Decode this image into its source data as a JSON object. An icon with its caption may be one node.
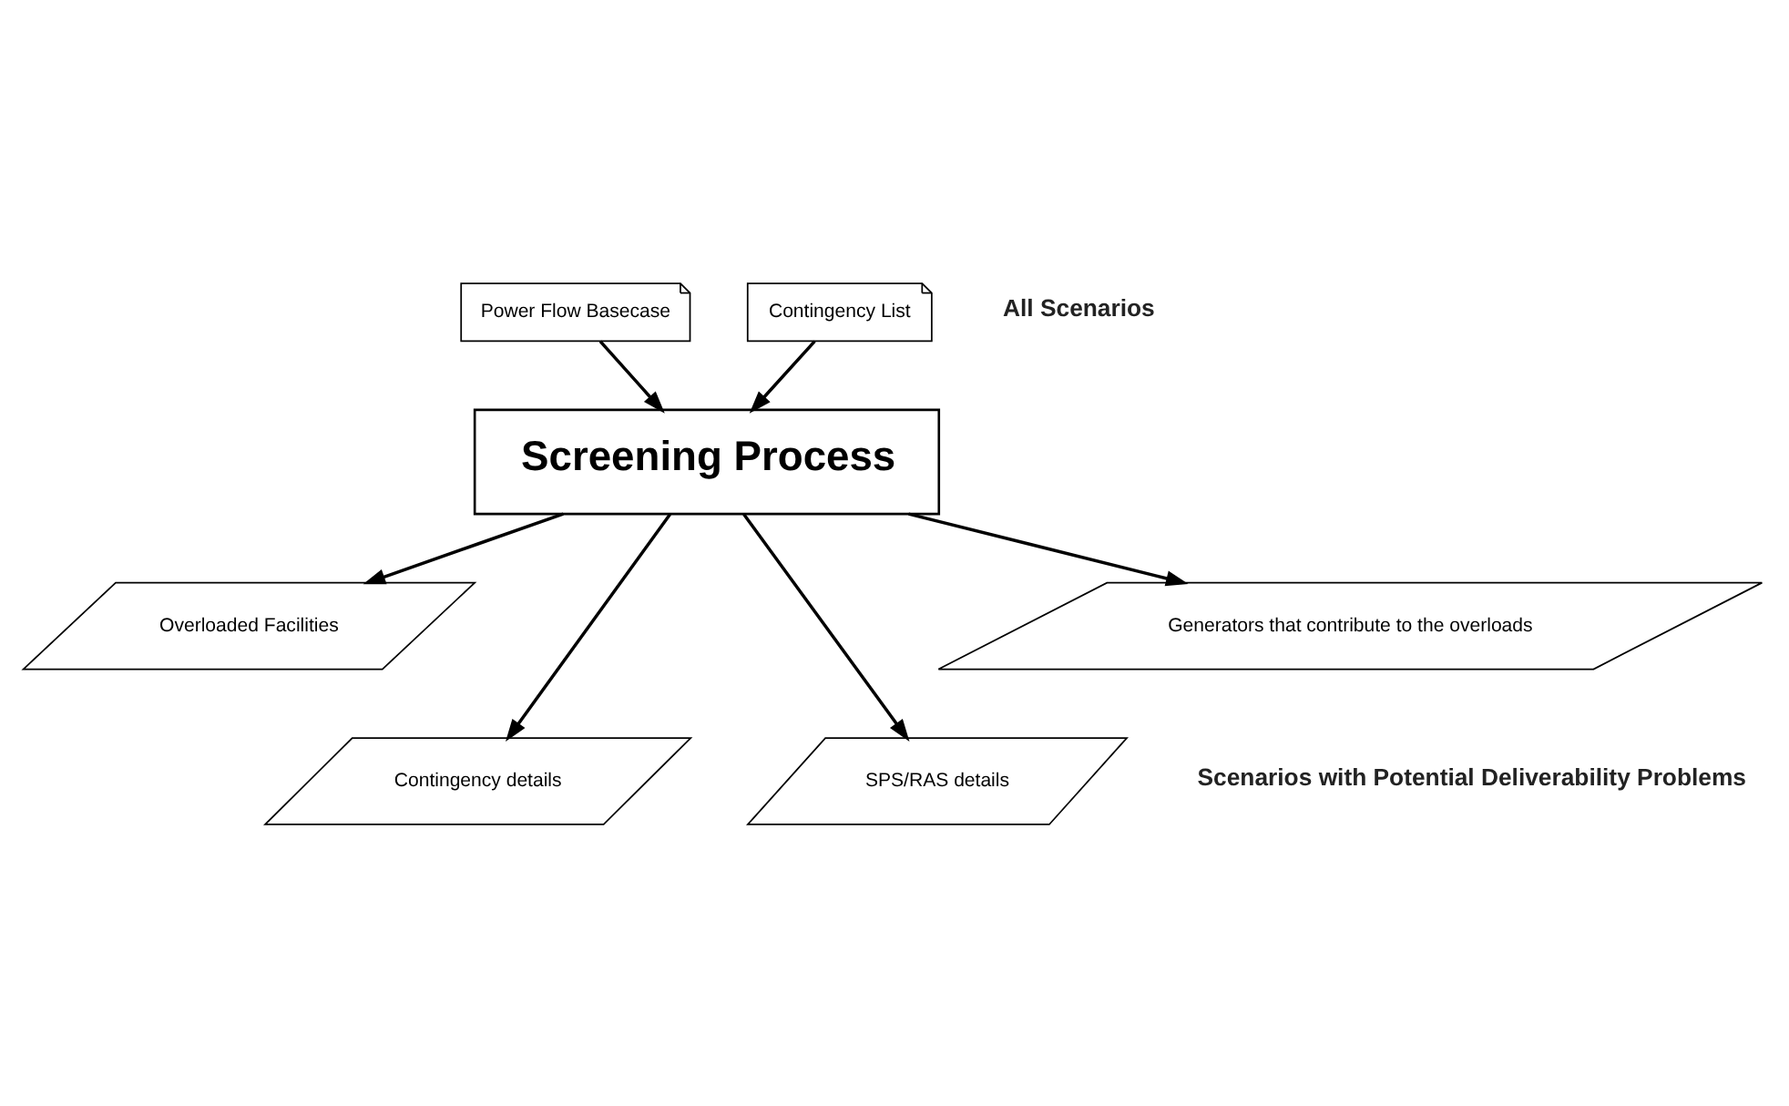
{
  "diagram": {
    "nodes": [
      {
        "text": [
          "Power Flow Basecase"
        ]
      },
      {
        "text": [
          "Contingency List"
        ]
      },
      {
        "text": [
          "Screening Process"
        ]
      },
      {
        "text": [
          "Overloaded Facilities"
        ]
      },
      {
        "text": [
          "Contingency details"
        ]
      },
      {
        "text": [
          "SPS/RAS details"
        ]
      },
      {
        "text": [
          "Generators that contribute to the overloads"
        ]
      }
    ],
    "edges": [
      {
        "from": 0,
        "to": 2,
        "arrow": "to"
      },
      {
        "from": 1,
        "to": 2,
        "arrow": "to"
      },
      {
        "from": 2,
        "to": 3,
        "arrow": "to"
      },
      {
        "from": 2,
        "to": 4,
        "arrow": "to"
      },
      {
        "from": 2,
        "to": 5,
        "arrow": "to"
      },
      {
        "from": 2,
        "to": 6,
        "arrow": "to"
      }
    ],
    "labels": [
      "All Scenarios",
      "Scenarios with Potential Deliverability Problems"
    ]
  }
}
